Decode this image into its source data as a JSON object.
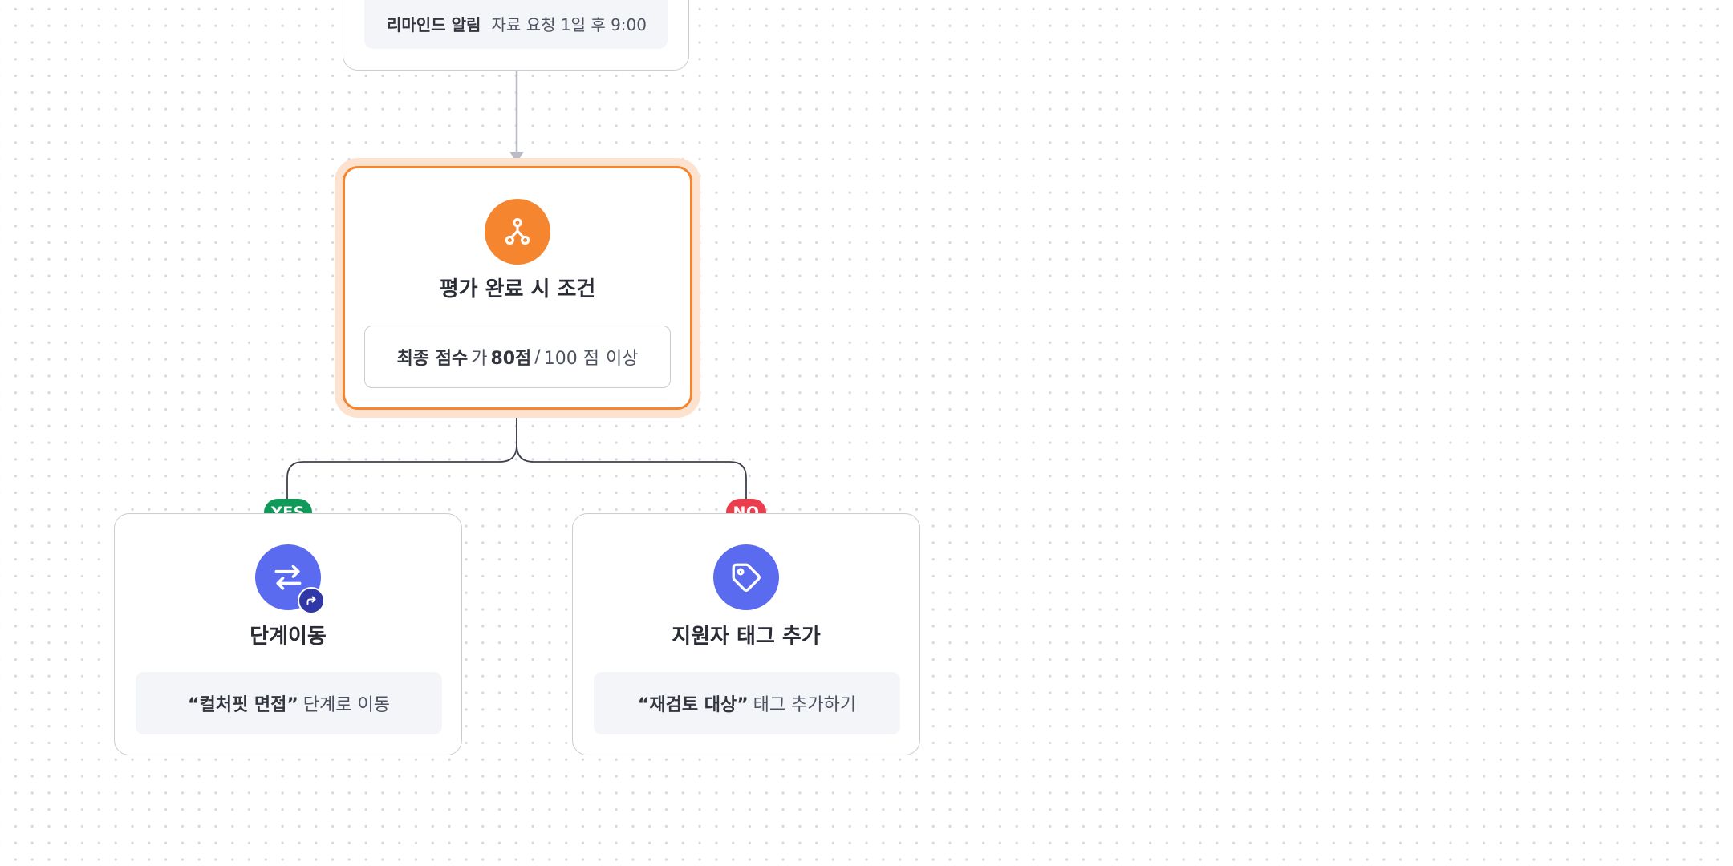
{
  "top_node": {
    "row_label": "리마인드 알림",
    "row_value": "자료 요청 1일 후 9:00"
  },
  "condition_node": {
    "icon": "branch-icon",
    "title": "평가 완료 시 조건",
    "condition": {
      "field": "최종 점수",
      "particle": "가",
      "value": "80점",
      "separator": "/",
      "max": "100 점",
      "operator": "이상"
    },
    "accent_color": "#f5852f"
  },
  "branches": {
    "yes": {
      "badge": "YES",
      "badge_color": "#0f9a5a",
      "icon": "swap-arrows-icon",
      "sub_icon": "redo-arrow-icon",
      "title": "단계이동",
      "desc_bold": "“컬처핏 면접”",
      "desc_rest": "단계로 이동"
    },
    "no": {
      "badge": "NO",
      "badge_color": "#ea3d4e",
      "icon": "tag-icon",
      "title": "지원자 태그 추가",
      "desc_bold": "“재검토 대상”",
      "desc_rest": "태그 추가하기"
    }
  },
  "colors": {
    "action_icon": "#5b6bf0",
    "edge": "#3e424c",
    "arrow": "#b9bcc6"
  }
}
